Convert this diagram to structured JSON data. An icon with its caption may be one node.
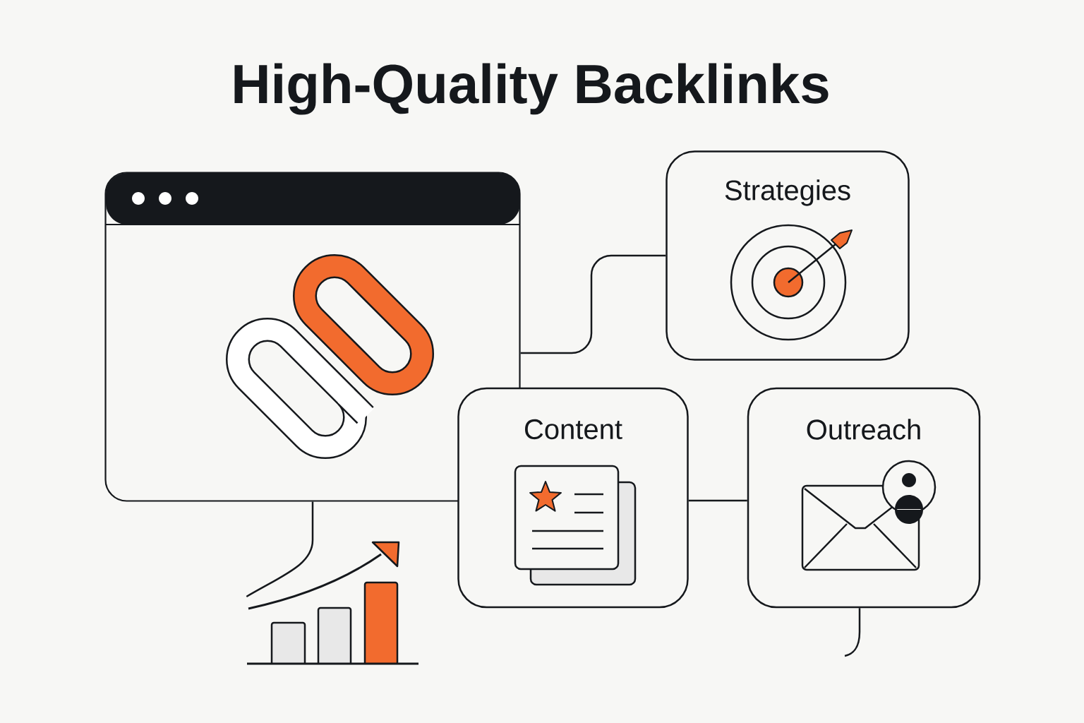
{
  "diagram": {
    "title": "High-Quality Backlinks",
    "nodes": [
      {
        "text": [],
        "shape": "window"
      },
      {
        "text": [
          "Strategies"
        ]
      },
      {
        "text": [
          "Content"
        ]
      },
      {
        "text": [
          "Outreach"
        ]
      },
      {
        "text": [],
        "shape": "picture"
      }
    ],
    "edges": [
      {
        "from": 0,
        "to": 1,
        "arrow": "none"
      },
      {
        "from": 2,
        "to": 3,
        "arrow": "none"
      },
      {
        "from": 0,
        "to": 4,
        "arrow": "none"
      },
      {
        "from": 3,
        "to": null,
        "arrow": "none"
      }
    ]
  }
}
